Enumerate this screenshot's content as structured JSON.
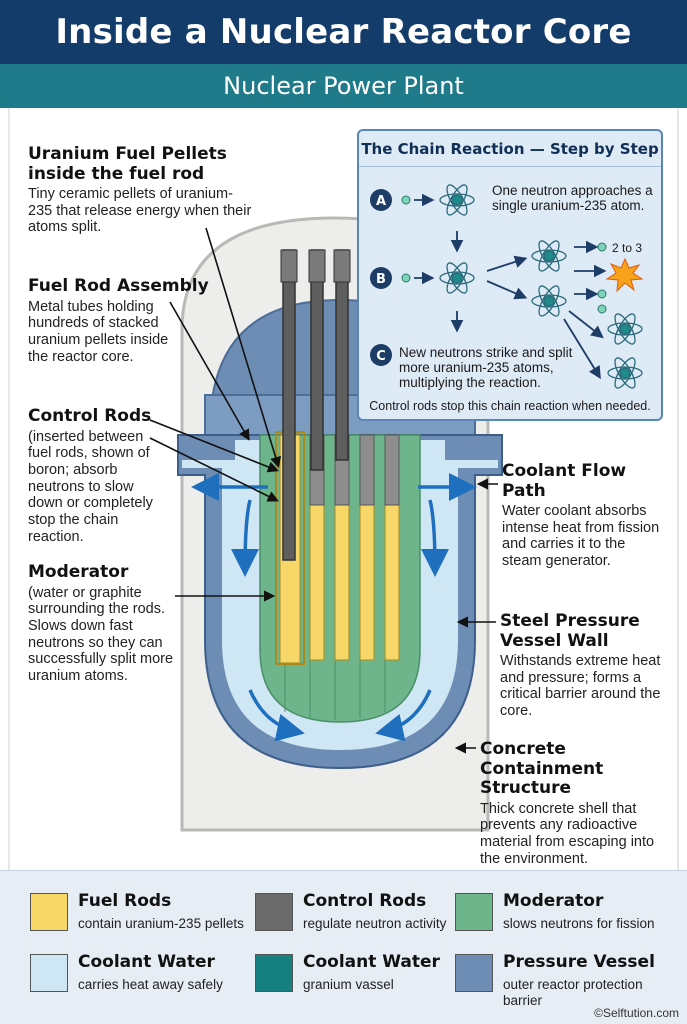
{
  "title": "Inside a Nuclear Reactor Core",
  "subtitle": "Nuclear Power Plant",
  "labels": {
    "fuel_pellets": {
      "heading": "Uranium Fuel Pellets inside the fuel rod",
      "desc": "Tiny ceramic pellets of uranium-235 that release energy when their atoms split."
    },
    "fuel_rod_assembly": {
      "heading": "Fuel Rod Assembly",
      "desc": "Metal tubes holding hundreds of stacked uranium pellets inside the reactor core."
    },
    "control_rods": {
      "heading": "Control Rods",
      "desc": "(inserted between fuel rods, shown of boron; absorb neutrons to slow down or completely stop the chain reaction."
    },
    "moderator": {
      "heading": "Moderator",
      "desc": "(water or graphite surrounding the rods. Slows down fast neutrons so they can successfully split more uranium atoms."
    },
    "coolant_flow": {
      "heading": "Coolant Flow Path",
      "desc": "Water coolant absorbs intense heat from fission and carries it to the steam generator."
    },
    "pressure_vessel_wall": {
      "heading": "Steel Pressure Vessel Wall",
      "desc": "Withstands extreme heat and pressure; forms a critical barrier around the core."
    },
    "containment": {
      "heading": "Concrete Containment Structure",
      "desc": "Thick concrete shell that prevents any radioactive material from escaping into the environment."
    }
  },
  "chain_reaction": {
    "title": "The Chain Reaction — Step by Step",
    "step_a_marker": "A",
    "step_a_text": "One neutron approaches a single uranium-235 atom.",
    "step_b_marker": "B",
    "step_b_count": "2 to 3",
    "step_c_marker": "C",
    "step_c_text": "New neutrons strike and split more uranium-235 atoms, multiplying the reaction.",
    "footer": "Control rods stop this chain reaction when needed."
  },
  "legend": [
    {
      "title": "Fuel Rods",
      "desc": "contain uranium-235 pellets",
      "color": "#f6d768"
    },
    {
      "title": "Control Rods",
      "desc": "regulate neutron activity",
      "color": "#6b6b6b"
    },
    {
      "title": "Moderator",
      "desc": "slows neutrons for fission",
      "color": "#6fb58c"
    },
    {
      "title": "Coolant Water",
      "desc": "carries heat away safely",
      "color": "#cfe6f5"
    },
    {
      "title": "Coolant Water",
      "desc": "granium vassel",
      "color": "#167f80"
    },
    {
      "title": "Pressure Vessel",
      "desc": "outer reactor protection barrier",
      "color": "#6d8db5"
    }
  ],
  "credit": "©Selftution.com",
  "colors": {
    "title_bg": "#143c6b",
    "subtitle_bg": "#1f7a8a",
    "arrow_blue": "#1f6fbf"
  }
}
